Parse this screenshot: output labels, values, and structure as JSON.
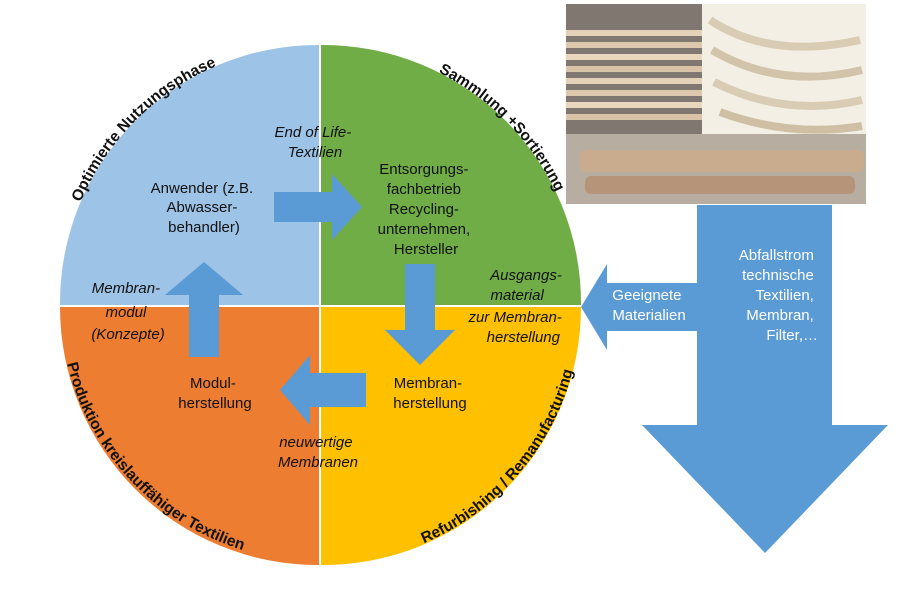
{
  "quadrants": {
    "top_left": {
      "color": "#9dc3e6",
      "phase_label": "Optimierte Nutzungsphase",
      "node_lines": [
        "Anwender (z.B.",
        "Abwasser-",
        "behandler)"
      ]
    },
    "top_right": {
      "color": "#70ad47",
      "phase_label": "Sammlung +Sortierung",
      "node_lines": [
        "Entsorgungs-",
        "fachbetrieb",
        "Recycling-",
        "unternehmen,",
        "Hersteller"
      ]
    },
    "bottom_right": {
      "color": "#ffc000",
      "phase_label": "Refurbishing / Remanufacturing",
      "node_lines": [
        "Membran-",
        "herstellung"
      ]
    },
    "bottom_left": {
      "color": "#ed7d31",
      "phase_label": "Produktion kreislauffähiger Textilien",
      "node_lines": [
        "Modul-",
        "herstellung"
      ]
    }
  },
  "flow_labels": {
    "end_of_life": [
      "End of Life-",
      "Textilien"
    ],
    "ausgangsmaterial": [
      "Ausgangs-",
      "material",
      "zur Membran-",
      "herstellung"
    ],
    "neuwertige": [
      "neuwertige",
      "Membranen"
    ],
    "membranmodul": [
      "Membran-",
      "modul",
      "(Konzepte)"
    ]
  },
  "side_arrow": {
    "color": "#5b9bd5",
    "lines": [
      "Geeignete",
      "Materialien"
    ]
  },
  "waste_arrow": {
    "color": "#5b9bd5",
    "lines": [
      "Abfallstrom",
      "technische",
      "Textilien,",
      "Membran,",
      "Filter,…"
    ]
  },
  "inner_arrow_color": "#5b9bd5",
  "photo": {
    "label": "photo of stacked textile membrane layers"
  }
}
